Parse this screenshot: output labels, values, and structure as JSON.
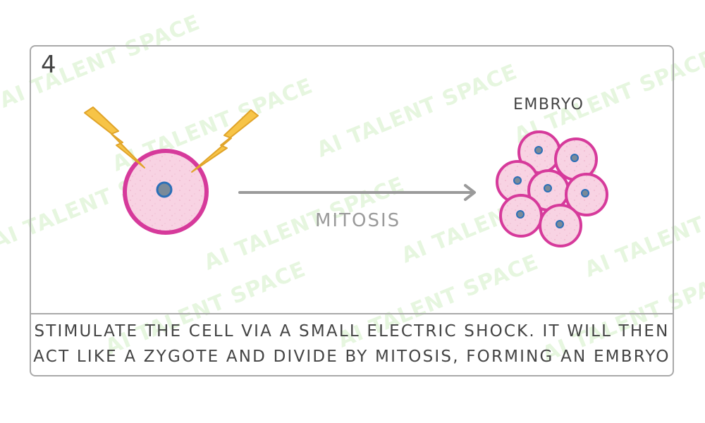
{
  "step_number": "4",
  "labels": {
    "embryo": "EMBRYO",
    "mitosis": "MITOSIS"
  },
  "caption": {
    "line1": "STIMULATE THE CELL VIA A SMALL ELECTRIC SHOCK. IT WILL THEN",
    "line2": "ACT LIKE A ZYGOTE AND DIVIDE BY MITOSIS, FORMING AN EMBRYO"
  },
  "watermark_text": "AI TALENT SPACE",
  "colors": {
    "cell_fill": "#f8d3e3",
    "cell_outline": "#d63a9b",
    "nucleus_fill": "#7a8a99",
    "nucleus_outline": "#2b6fb8",
    "lightning_fill": "#f7c447",
    "lightning_outline": "#e0a42a",
    "arrow": "#9a9a9a",
    "border": "#a9a9a9",
    "text": "#444444"
  },
  "icons": {
    "lightning": "lightning-bolt-icon",
    "cell": "cell-icon",
    "nucleus": "nucleus-icon",
    "arrow": "arrow-right-icon"
  }
}
